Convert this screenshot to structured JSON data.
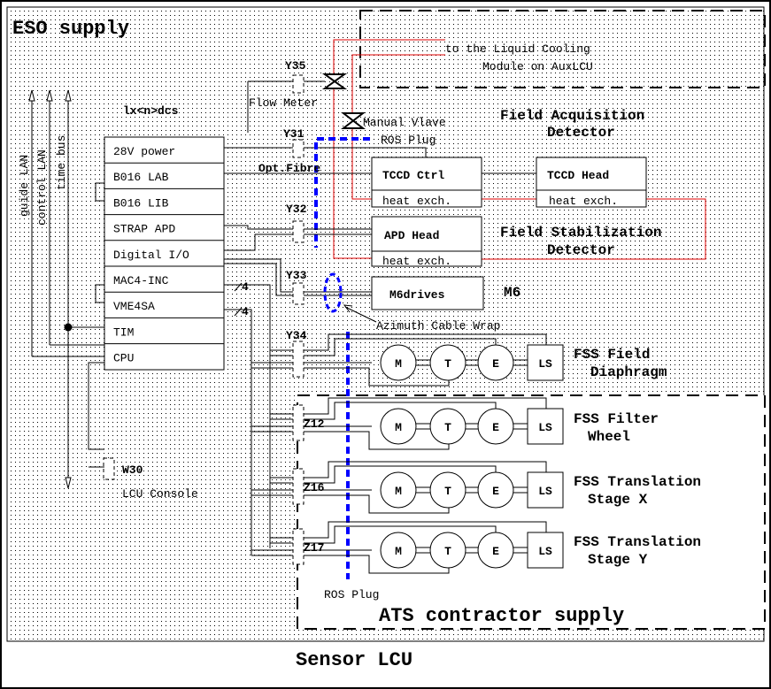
{
  "titles": {
    "eso_supply": "ESO supply",
    "ats_supply": "ATS contractor supply",
    "sensor_lcu": "Sensor LCU",
    "host": "lx<n>dcs"
  },
  "buses": [
    {
      "label": "guide LAN"
    },
    {
      "label": "control LAN"
    },
    {
      "label": "time bus"
    }
  ],
  "rack": {
    "slots": [
      {
        "label": "28V power"
      },
      {
        "label": "B016 LAB"
      },
      {
        "label": "B016 LIB"
      },
      {
        "label": "STRAP APD"
      },
      {
        "label": "Digital I/O"
      },
      {
        "label": "MAC4-INC"
      },
      {
        "label": "VME4SA"
      },
      {
        "label": "TIM"
      },
      {
        "label": "CPU"
      }
    ],
    "bus_width_label": "4"
  },
  "connectors": {
    "y35": "Y35",
    "y31": "Y31",
    "y32": "Y32",
    "y33": "Y33",
    "y34": "Y34",
    "z12": "Z12",
    "z16": "Z16",
    "z17": "Z17",
    "w30": "W30"
  },
  "annotations": {
    "flow_meter": "Flow Meter",
    "manual_valve": "Manual Vlave",
    "ros_plug_top": "ROS Plug",
    "ros_plug_bottom": "ROS Plug",
    "opt_fibre": "Opt.Fibre",
    "azimuth_wrap": "Azimuth Cable Wrap",
    "lcu_console": "LCU Console",
    "cooling_line1": "to the Liquid Cooling",
    "cooling_line2": "Module on AuxLCU"
  },
  "detectors": {
    "fad_line1": "Field Acquisition",
    "fad_line2": "Detector",
    "fsd_line1": "Field Stabilization",
    "fsd_line2": "Detector",
    "tccd_ctrl": "TCCD Ctrl",
    "tccd_head": "TCCD Head",
    "apd_head": "APD Head",
    "heat_exch": "heat exch."
  },
  "m6": {
    "drives": "M6drives",
    "label": "M6"
  },
  "motor_chain": {
    "m": "M",
    "t": "T",
    "e": "E",
    "ls": "LS"
  },
  "stages": [
    {
      "line1": "FSS Field",
      "line2": "Diaphragm"
    },
    {
      "line1": "FSS Filter",
      "line2": "Wheel"
    },
    {
      "line1": "FSS Translation",
      "line2": "Stage X"
    },
    {
      "line1": "FSS Translation",
      "line2": "Stage Y"
    }
  ],
  "colors": {
    "cooling": "#e00000",
    "ros": "#0000ff"
  }
}
